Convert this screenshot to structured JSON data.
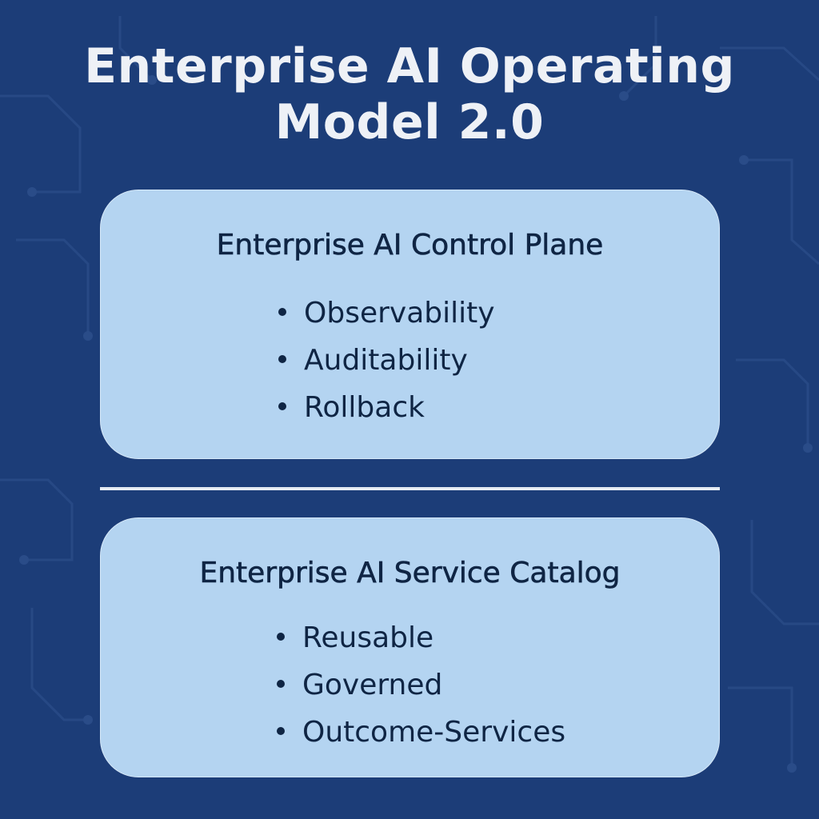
{
  "title_line1": "Enterprise AI Operating",
  "title_line2": "Model 2.0",
  "control_plane": {
    "heading": "Enterprise AI Control Plane",
    "items": [
      "Observability",
      "Auditability",
      "Rollback"
    ]
  },
  "service_catalog": {
    "heading": "Enterprise AI Service Catalog",
    "items": [
      "Reusable",
      "Governed",
      "Outcome-Services"
    ]
  },
  "colors": {
    "background": "#1c3d78",
    "card": "#b4d4f1",
    "text": "#0f2544",
    "title": "#eef1f6"
  }
}
